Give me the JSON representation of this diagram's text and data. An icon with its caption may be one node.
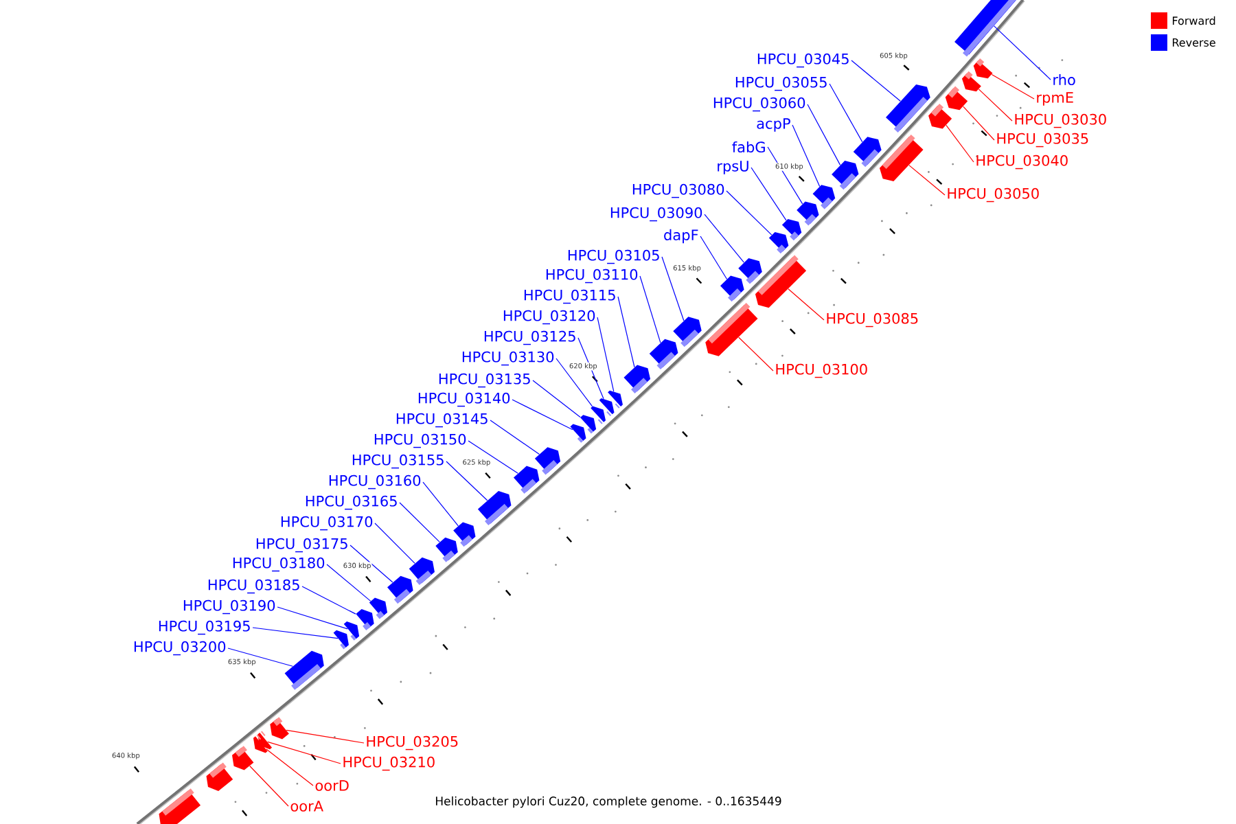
{
  "diagram": {
    "caption": "Helicobacter pylori Cuz20, complete genome. - 0..1635449",
    "nodes": [
      {
        "text": [
          "HPCU_03045"
        ]
      },
      {
        "text": [
          "rho"
        ]
      },
      {
        "text": [
          "HPCU_03055"
        ]
      },
      {
        "text": [
          "rpmE"
        ]
      },
      {
        "text": [
          "HPCU_03060"
        ]
      },
      {
        "text": [
          "HPCU_03030"
        ]
      },
      {
        "text": [
          "acpP"
        ]
      },
      {
        "text": [
          "HPCU_03035"
        ]
      },
      {
        "text": [
          "fabG"
        ]
      },
      {
        "text": [
          "HPCU_03040"
        ]
      },
      {
        "text": [
          "rpsU"
        ]
      },
      {
        "text": [
          "HPCU_03080"
        ]
      },
      {
        "text": [
          "HPCU_03050"
        ]
      },
      {
        "text": [
          "HPCU_03090"
        ]
      },
      {
        "text": [
          "dapF"
        ]
      },
      {
        "text": [
          "HPCU_03105"
        ]
      },
      {
        "text": [
          "HPCU_03110"
        ]
      },
      {
        "text": [
          "HPCU_03115"
        ]
      },
      {
        "text": [
          "HPCU_03085"
        ]
      },
      {
        "text": [
          "HPCU_03120"
        ]
      },
      {
        "text": [
          "HPCU_03125"
        ]
      },
      {
        "text": [
          "HPCU_03130"
        ]
      },
      {
        "text": [
          "HPCU_03100"
        ]
      },
      {
        "text": [
          "HPCU_03135"
        ]
      },
      {
        "text": [
          "HPCU_03140"
        ]
      },
      {
        "text": [
          "HPCU_03145"
        ]
      },
      {
        "text": [
          "HPCU_03150"
        ]
      },
      {
        "text": [
          "HPCU_03155"
        ]
      },
      {
        "text": [
          "HPCU_03160"
        ]
      },
      {
        "text": [
          "HPCU_03165"
        ]
      },
      {
        "text": [
          "HPCU_03170"
        ]
      },
      {
        "text": [
          "HPCU_03175"
        ]
      },
      {
        "text": [
          "HPCU_03180"
        ]
      },
      {
        "text": [
          "HPCU_03185"
        ]
      },
      {
        "text": [
          "HPCU_03190"
        ]
      },
      {
        "text": [
          "HPCU_03195"
        ]
      },
      {
        "text": [
          "HPCU_03200"
        ]
      },
      {
        "text": [
          "HPCU_03205"
        ]
      },
      {
        "text": [
          "HPCU_03210"
        ]
      },
      {
        "text": [
          "oorD"
        ]
      },
      {
        "text": [
          "oorA"
        ]
      },
      {
        "text": [],
        "shape": "bar"
      },
      {
        "text": [],
        "shape": "bar"
      },
      {
        "text": [],
        "shape": "bar"
      },
      {
        "text": [],
        "shape": "bar"
      },
      {
        "text": [],
        "shape": "bar"
      },
      {
        "text": [],
        "shape": "bar"
      },
      {
        "text": [],
        "shape": "bar"
      },
      {
        "text": [],
        "shape": "bar"
      },
      {
        "text": [],
        "shape": "bar"
      },
      {
        "text": [],
        "shape": "bar"
      },
      {
        "text": [],
        "shape": "bar"
      },
      {
        "text": [],
        "shape": "bar"
      },
      {
        "text": [],
        "shape": "bar"
      },
      {
        "text": [],
        "shape": "bar"
      },
      {
        "text": [],
        "shape": "bar"
      },
      {
        "text": [],
        "shape": "bar"
      },
      {
        "text": [],
        "shape": "bar"
      },
      {
        "text": [],
        "shape": "bar"
      },
      {
        "text": [],
        "shape": "bar"
      },
      {
        "text": [],
        "shape": "bar"
      },
      {
        "text": [],
        "shape": "bar"
      },
      {
        "text": [],
        "shape": "bar"
      },
      {
        "text": [],
        "shape": "bar"
      },
      {
        "text": [],
        "shape": "bar"
      },
      {
        "text": [],
        "shape": "bar"
      },
      {
        "text": [],
        "shape": "bar"
      },
      {
        "text": [],
        "shape": "bar"
      },
      {
        "text": [],
        "shape": "bar"
      },
      {
        "text": [],
        "shape": "bar"
      },
      {
        "text": [],
        "shape": "bar"
      },
      {
        "text": [],
        "shape": "bar"
      },
      {
        "text": [],
        "shape": "bar"
      },
      {
        "text": [],
        "shape": "bar"
      },
      {
        "text": [],
        "shape": "bar"
      },
      {
        "text": [],
        "shape": "bar"
      },
      {
        "text": [],
        "shape": "bar"
      },
      {
        "text": [],
        "shape": "bar"
      },
      {
        "text": [],
        "shape": "bar"
      },
      {
        "text": [],
        "shape": "bar"
      },
      {
        "text": [],
        "shape": "bar"
      },
      {
        "text": [],
        "shape": "bar"
      },
      {
        "text": [],
        "shape": "bar"
      },
      {
        "text": [],
        "shape": "bar"
      }
    ],
    "edges": [
      {
        "from": 0,
        "to": 41,
        "arrow": "none"
      },
      {
        "from": 1,
        "to": 42,
        "arrow": "none"
      },
      {
        "from": 2,
        "to": 43,
        "arrow": "none"
      },
      {
        "from": 3,
        "to": 44,
        "arrow": "none",
        "color": "#ff0000"
      },
      {
        "from": 4,
        "to": 45,
        "arrow": "none"
      },
      {
        "from": 5,
        "to": 46,
        "arrow": "none",
        "color": "#ff0000"
      },
      {
        "from": 6,
        "to": 47,
        "arrow": "none"
      },
      {
        "from": 7,
        "to": 48,
        "arrow": "none",
        "color": "#ff0000"
      },
      {
        "from": 8,
        "to": 49,
        "arrow": "none"
      },
      {
        "from": 9,
        "to": 50,
        "arrow": "none",
        "color": "#ff0000"
      },
      {
        "from": 10,
        "to": 51,
        "arrow": "none"
      },
      {
        "from": 11,
        "to": 52,
        "arrow": "none"
      },
      {
        "from": 12,
        "to": 53,
        "arrow": "none",
        "color": "#ff0000"
      },
      {
        "from": 13,
        "to": 54,
        "arrow": "none"
      },
      {
        "from": 14,
        "to": 55,
        "arrow": "none"
      },
      {
        "from": 15,
        "to": 56,
        "arrow": "none"
      },
      {
        "from": 16,
        "to": 57,
        "arrow": "none"
      },
      {
        "from": 17,
        "to": 58,
        "arrow": "none"
      },
      {
        "from": 18,
        "to": 59,
        "arrow": "none",
        "color": "#ff0000"
      },
      {
        "from": 19,
        "to": 60,
        "arrow": "none"
      },
      {
        "from": 20,
        "to": 61,
        "arrow": "none"
      },
      {
        "from": 21,
        "to": 62,
        "arrow": "none"
      },
      {
        "from": 22,
        "to": 63,
        "arrow": "none",
        "color": "#ff0000"
      },
      {
        "from": 23,
        "to": 64,
        "arrow": "none"
      },
      {
        "from": 24,
        "to": 65,
        "arrow": "none"
      },
      {
        "from": 25,
        "to": 66,
        "arrow": "none"
      },
      {
        "from": 26,
        "to": 67,
        "arrow": "none"
      },
      {
        "from": 27,
        "to": 68,
        "arrow": "none"
      },
      {
        "from": 28,
        "to": 69,
        "arrow": "none"
      },
      {
        "from": 29,
        "to": 70,
        "arrow": "none"
      },
      {
        "from": 30,
        "to": 71,
        "arrow": "none"
      },
      {
        "from": 31,
        "to": 72,
        "arrow": "none"
      },
      {
        "from": 32,
        "to": 73,
        "arrow": "none"
      },
      {
        "from": 33,
        "to": 74,
        "arrow": "none"
      },
      {
        "from": 34,
        "to": 75,
        "arrow": "none"
      },
      {
        "from": 35,
        "to": 76,
        "arrow": "none"
      },
      {
        "from": 36,
        "to": 77,
        "arrow": "none"
      },
      {
        "from": 37,
        "to": 78,
        "arrow": "none",
        "color": "#ff0000"
      },
      {
        "from": 38,
        "to": 79,
        "arrow": "none",
        "color": "#ff0000"
      },
      {
        "from": 39,
        "to": 80,
        "arrow": "none",
        "color": "#ff0000"
      },
      {
        "from": 40,
        "to": 81,
        "arrow": "none",
        "color": "#ff0000"
      }
    ],
    "labels": [
      "605 kbp",
      "610 kbp",
      "615 kbp",
      "620 kbp",
      "625 kbp",
      "630 kbp",
      "635 kbp",
      "640 kbp"
    ],
    "legend": [
      {
        "text": "Forward",
        "color": "#ff0000"
      },
      {
        "text": "Reverse",
        "color": "#0000ff"
      }
    ]
  }
}
